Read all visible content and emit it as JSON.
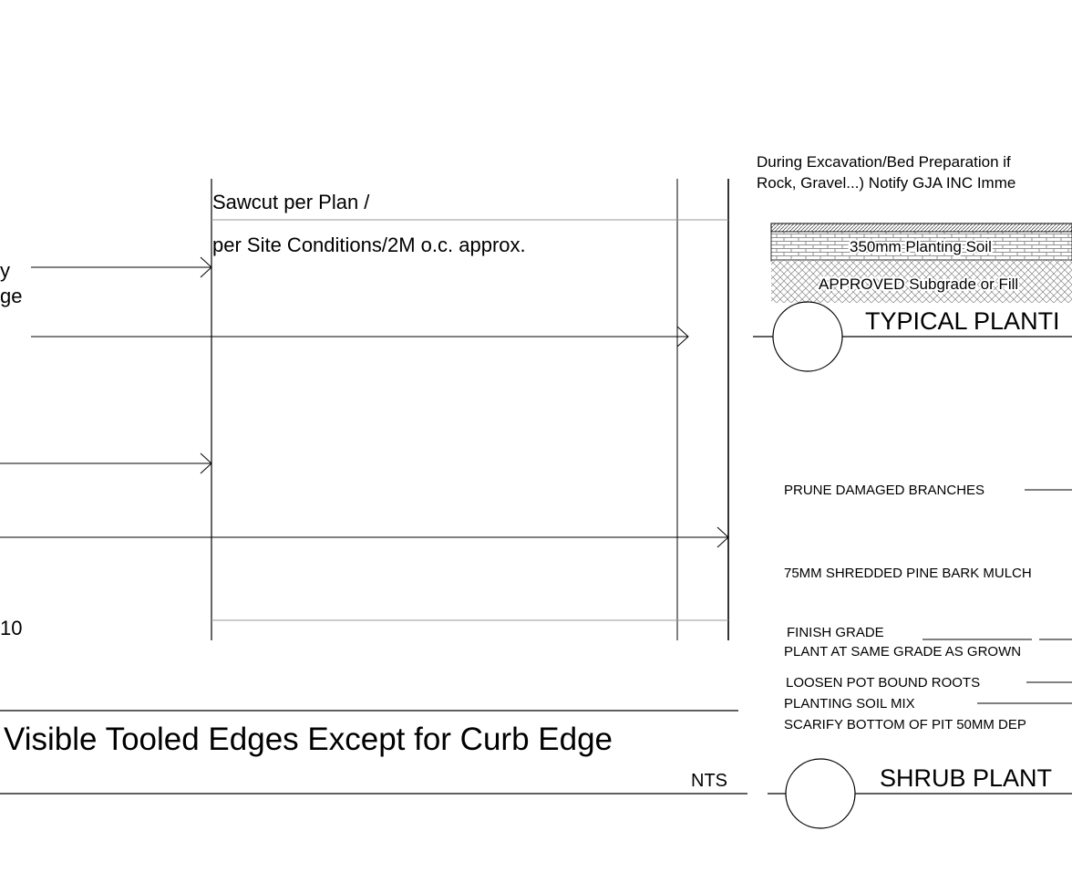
{
  "left_detail": {
    "label_top_1": "Sawcut per Plan /",
    "label_top_2": "per Site Conditions/2M o.c. approx.",
    "left_fragment_1": "y",
    "left_fragment_2": "ge",
    "left_fragment_3": "10",
    "title": "Visible Tooled Edges Except for Curb Edge",
    "scale": "NTS"
  },
  "planting_bed_detail": {
    "note_line_1": "During Excavation/Bed Preparation if",
    "note_line_2": "Rock, Gravel...) Notify GJA INC Imme",
    "layer_soil": "350mm Planting Soil",
    "layer_subgrade": "APPROVED Subgrade or Fill",
    "title": "TYPICAL PLANTI"
  },
  "shrub_detail": {
    "callouts": [
      "PRUNE DAMAGED BRANCHES",
      "75MM SHREDDED PINE BARK MULCH",
      "FINISH GRADE",
      "PLANT AT SAME GRADE AS GROWN",
      "LOOSEN POT BOUND ROOTS",
      "PLANTING SOIL MIX",
      "SCARIFY BOTTOM OF PIT 50MM DEP"
    ],
    "title": "SHRUB PLANT"
  },
  "colors": {
    "line": "#000000",
    "grey_line": "#9a9a9a",
    "background": "#ffffff"
  }
}
